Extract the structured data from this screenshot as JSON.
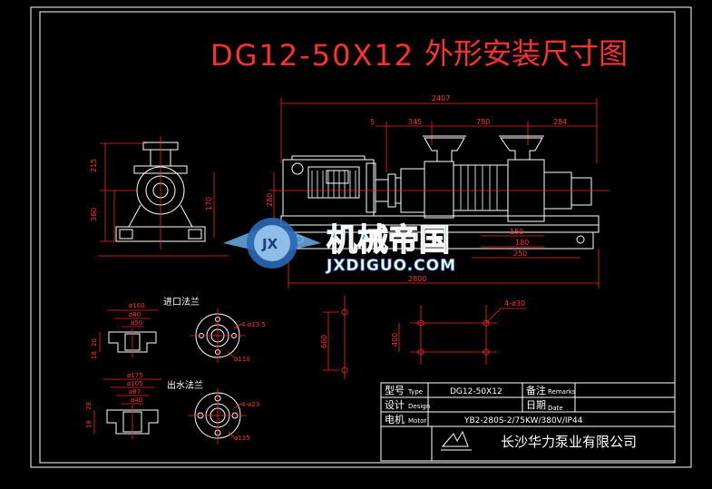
{
  "title": {
    "model_code": "DG12-50X12",
    "subtitle": "外形安装尺寸图"
  },
  "dimensions": {
    "overall_length": "2407",
    "d_5": "5",
    "d_345": "345",
    "d_780": "780",
    "d_284": "284",
    "d_215": "215",
    "d_360": "360",
    "d_170": "170",
    "d_280": "280",
    "d_150": "150",
    "d_180": "180",
    "d_250": "250",
    "d_2800": "2800",
    "d_600": "600",
    "d_400": "400",
    "d_holes": "4-ø30"
  },
  "inlet_flange": {
    "label": "进口法兰",
    "dia_outer": "ø160",
    "dia_mid": "ø80",
    "dia_inner": "ø50",
    "d_side_a": "20",
    "d_side_b": "18",
    "bolt_holes": "4-ø13.5",
    "bolt_circle": "ø110"
  },
  "outlet_flange": {
    "label": "出水法兰",
    "dia_outer": "ø175",
    "dia_mid": "ø105",
    "dia_inner": "ø87",
    "dia_bore": "ø40",
    "d_side_a": "28",
    "d_side_b": "18",
    "bolt_holes": "4-ø23",
    "bolt_circle": "ø135"
  },
  "title_block": {
    "type_label": "型号",
    "type_label_en": "Type",
    "type_value": "DG12-50X12",
    "remarks_label": "备注",
    "remarks_label_en": "Remarks",
    "design_label": "设计",
    "design_label_en": "Design",
    "date_label": "日期",
    "date_label_en": "Date",
    "motor_label": "电机",
    "motor_label_en": "Motor",
    "motor_value": "YB2-280S-2/75KW/380V/IP44",
    "company": "长沙华力泵业有限公司"
  },
  "watermark": {
    "cn": "机械帝国",
    "en": "JXDIGUO.COM",
    "logo_letters": "JX"
  },
  "colors": {
    "background": "#000000",
    "line": "#ffffff",
    "dimension": "#ff2020",
    "watermark_blue": "#3d8fe0"
  }
}
